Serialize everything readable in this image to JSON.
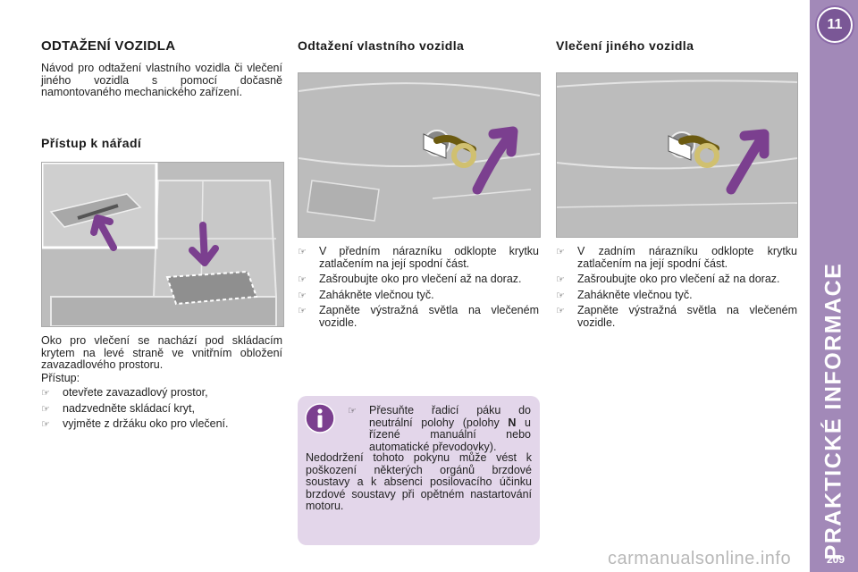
{
  "sidebar": {
    "chapter_number": "11",
    "section_title": "PRAKTICKÉ INFORMACE",
    "page_number": "209",
    "color": "#a289b8"
  },
  "col1": {
    "title": "ODTAŽENÍ VOZIDLA",
    "intro": "Návod pro odtažení vlastního vozidla či vlečení jiného vozidla s pomocí dočasně namontovaného mechanického zařízení.",
    "subtitle": "Přístup k nářadí",
    "desc": "Oko pro vlečení se nachází pod skládacím krytem na levé straně ve vnitřním obložení zavazadlového prostoru.",
    "access_label": "Přístup:",
    "steps": [
      "otevřete zavazadlový prostor,",
      "nadzvedněte skládací kryt,",
      "vyjměte z držáku oko pro vlečení."
    ]
  },
  "col2": {
    "title": "Odtažení vlastního vozidla",
    "steps": [
      "V předním nárazníku odklopte krytku zatlačením na její spodní část.",
      "Zašroubujte oko pro vlečení až na doraz.",
      "Zahákněte vlečnou tyč.",
      "Zapněte výstražná světla na vlečeném vozidle."
    ]
  },
  "col3": {
    "title": "Vlečení jiného vozidla",
    "steps": [
      "V zadním nárazníku odklopte krytku zatlačením na její spodní část.",
      "Zašroubujte oko pro vlečení až na doraz.",
      "Zahákněte vlečnou tyč.",
      "Zapněte výstražná světla na vlečeném vozidle."
    ]
  },
  "info": {
    "bullet_before": "Přesuňte řadicí páku do neutrální polohy (polohy ",
    "bullet_bold": "N",
    "bullet_after": " u řízené manuální nebo automatické převodovky).",
    "warning": "Nedodržení tohoto pokynu může vést k poškození některých orgánů brzdové soustavy a k absenci posilovacího účinku brzdové soustavy při opětném nastartování motoru.",
    "box_color": "#e3d6ea"
  },
  "watermark": "carmanualsonline.info",
  "icons": {
    "bullet": "pointing-hand-icon",
    "info": "info-icon",
    "arrow": "curved-arrow-icon"
  },
  "colors": {
    "accent_purple": "#7b3f8f"
  }
}
